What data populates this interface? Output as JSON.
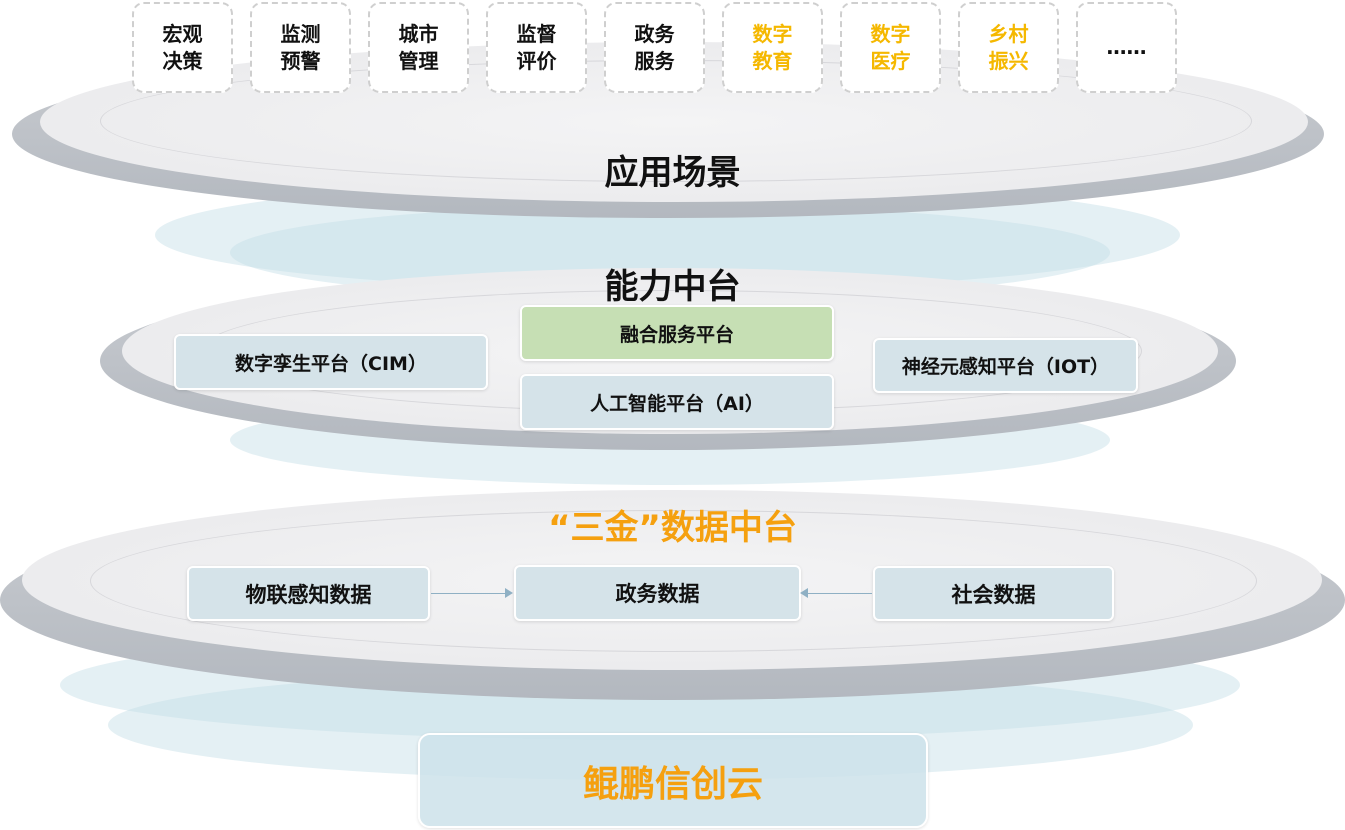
{
  "scenarios": [
    {
      "label": "宏观\n决策",
      "highlight": false
    },
    {
      "label": "监测\n预警",
      "highlight": false
    },
    {
      "label": "城市\n管理",
      "highlight": false
    },
    {
      "label": "监督\n评价",
      "highlight": false
    },
    {
      "label": "政务\n服务",
      "highlight": false
    },
    {
      "label": "数字\n教育",
      "highlight": true
    },
    {
      "label": "数字\n医疗",
      "highlight": true
    },
    {
      "label": "乡村\n振兴",
      "highlight": true
    },
    {
      "label": "……",
      "highlight": false
    }
  ],
  "layers": {
    "application": {
      "title": "应用场景"
    },
    "capability": {
      "title": "能力中台",
      "platforms": [
        "数字孪生平台（CIM）",
        "融合服务平台",
        "人工智能平台（AI）",
        "神经元感知平台（IOT）"
      ]
    },
    "data": {
      "title": "“三金”数据中台",
      "sources": [
        "物联感知数据",
        "政务数据",
        "社会数据"
      ]
    },
    "infrastructure": {
      "title": "鲲鹏信创云"
    }
  },
  "colors": {
    "accent_orange": "#f5a00f",
    "highlight_yellow": "#f5b800",
    "green_box": "#c6dfb4",
    "box": "#d5e3e9"
  }
}
